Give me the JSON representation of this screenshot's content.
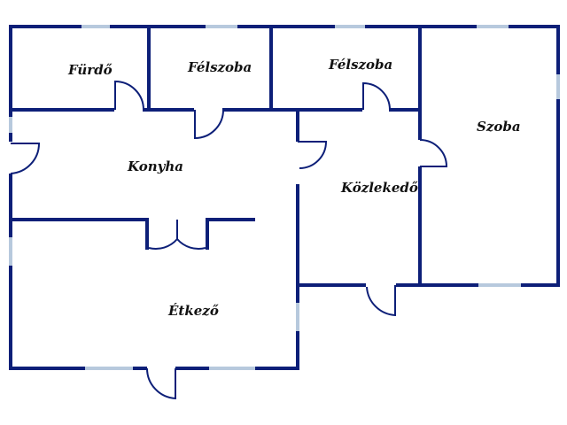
{
  "colors": {
    "wall": "#0d1f78",
    "window": "#b7c9dd",
    "background": "#ffffff",
    "label": "#111111"
  },
  "rooms": {
    "furdo": "Fürdő",
    "felszoba_1": "Félszoba",
    "felszoba_2": "Félszoba",
    "szoba": "Szoba",
    "konyha": "Konyha",
    "kozlekedo": "Közlekedő",
    "etkezo": "Étkező"
  }
}
